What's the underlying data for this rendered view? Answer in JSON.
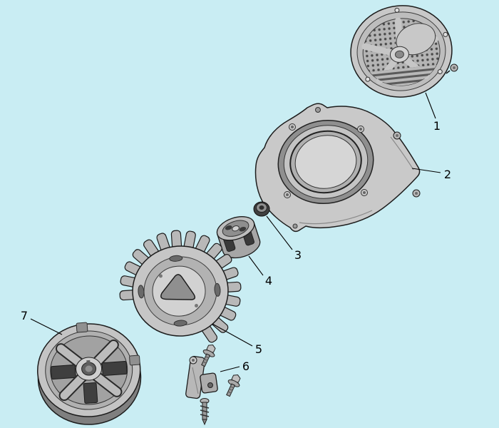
{
  "colors": {
    "background": "#c9edf3",
    "part_fill": "#c6c6c6",
    "part_shadow": "#8f8f8f",
    "outline": "#1c1c1c",
    "label_color": "#000000"
  },
  "diagram": {
    "kind": "exploded-parts-diagram",
    "callouts": [
      {
        "label": "1",
        "part": "recoil-starter-assembly"
      },
      {
        "label": "2",
        "part": "blower-housing"
      },
      {
        "label": "3",
        "part": "flange-nut"
      },
      {
        "label": "4",
        "part": "starter-cup"
      },
      {
        "label": "5",
        "part": "flywheel-fan"
      },
      {
        "label": "6",
        "part": "mounting-screws"
      },
      {
        "label": "7",
        "part": "flywheel"
      }
    ]
  }
}
